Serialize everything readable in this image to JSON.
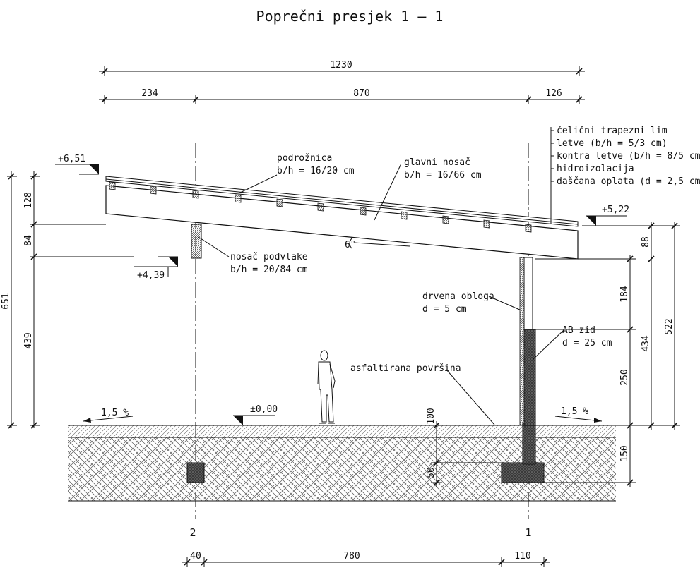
{
  "title": "Poprečni presjek 1 – 1",
  "dims_top": {
    "overall": "1230",
    "left": "234",
    "middle": "870",
    "right": "126"
  },
  "dims_bottom": {
    "left": "40",
    "middle": "780",
    "right": "110"
  },
  "dims_left": {
    "total": "651",
    "seg_128": "128",
    "seg_84": "84",
    "seg_439": "439"
  },
  "dims_right": {
    "total": "522",
    "seg_88": "88",
    "seg_434": "434",
    "seg_184": "184",
    "seg_250": "250",
    "seg_150": "150"
  },
  "dims_foundation": {
    "d100": "100",
    "d50": "50"
  },
  "levels": {
    "top_left": "+6,51",
    "top_right": "+5,22",
    "beam_bottom": "+4,39",
    "ground": "±0,00"
  },
  "slopes": {
    "left": "1,5 %",
    "right": "1,5 %"
  },
  "axes": {
    "left": "2",
    "right": "1"
  },
  "roof_layers": [
    "čelični trapezni lim",
    "letve (b/h = 5/3 cm)",
    "kontra letve (b/h = 8/5 cm)",
    "hidroizolacija",
    "daščana oplata (d = 2,5 cm)"
  ],
  "labels": {
    "purlin_name": "podrožnica",
    "purlin_size": "b/h = 16/20 cm",
    "main_beam_name": "glavni nosač",
    "main_beam_size": "b/h = 16/66 cm",
    "support_beam_name": "nosač podvlake",
    "support_beam_size": "b/h = 20/84 cm",
    "cladding_name": "drvena obloga",
    "cladding_size": "d = 5 cm",
    "wall_name": "AB zid",
    "wall_size": "d = 25 cm",
    "surface": "asfaltirana površina",
    "angle": "6°"
  }
}
